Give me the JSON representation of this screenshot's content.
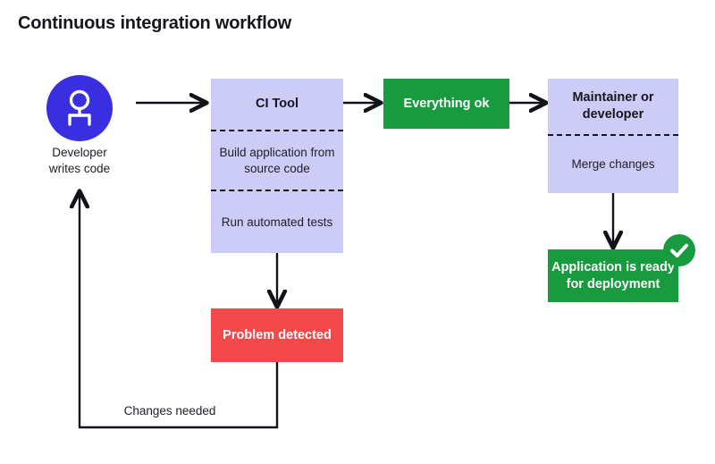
{
  "title": "Continuous integration workflow",
  "colors": {
    "blue": "#3a2fe0",
    "lavender": "#ccccf7",
    "green": "#189a3e",
    "red": "#f3494a",
    "line": "#111319",
    "text": "#15171c",
    "white": "#ffffff"
  },
  "nodes": {
    "developer": {
      "icon": "person-at-desk-icon",
      "label_line1": "Developer",
      "label_line2": "writes code"
    },
    "ci_tool": {
      "header": "CI Tool",
      "steps": [
        "Build application from source code",
        "Run automated tests"
      ]
    },
    "everything_ok": {
      "label": "Everything ok"
    },
    "maintainer": {
      "header_line1": "Maintainer or",
      "header_line2": "developer",
      "action": "Merge changes"
    },
    "application_ready": {
      "label": "Application is ready for deployment",
      "badge_icon": "check-circle-icon"
    },
    "problem_detected": {
      "label": "Problem detected"
    }
  },
  "edges": {
    "developer_to_ci": "",
    "ci_to_everything_ok": "",
    "everything_ok_to_maintainer": "",
    "maintainer_to_app_ready": "",
    "ci_to_problem": "",
    "problem_to_developer_label": "Changes needed"
  }
}
